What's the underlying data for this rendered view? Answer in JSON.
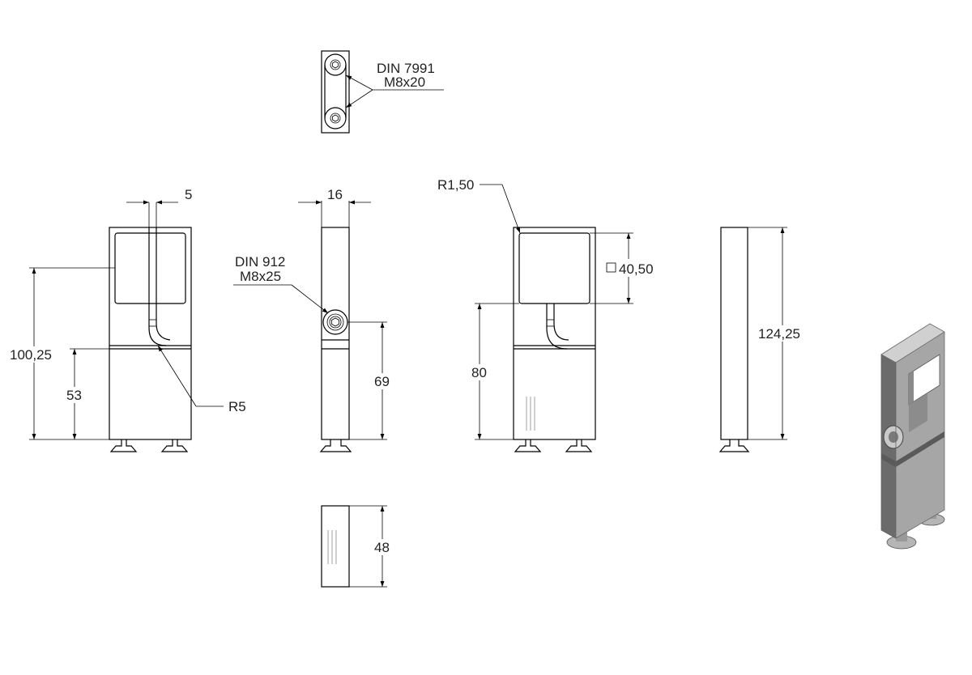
{
  "annotations": {
    "top_view_bolt_line1": "DIN 7991",
    "top_view_bolt_line2": "M8x20",
    "side_bolt_line1": "DIN 912",
    "side_bolt_line2": "M8x25",
    "radius_small": "R1,50",
    "radius_slot": "R5",
    "square_size": "40,50"
  },
  "dimensions": {
    "slot_width": "5",
    "thickness": "16",
    "overall_height_front": "100,25",
    "lower_block_height": "53",
    "bolt_height": "69",
    "upper_slot_height": "80",
    "overall_height_side": "124,25",
    "bottom_depth": "48"
  },
  "colors": {
    "line": "#000000",
    "iso_dark": "#6b6b6b",
    "iso_mid": "#9a9a9a",
    "iso_light": "#c9c9c9"
  }
}
